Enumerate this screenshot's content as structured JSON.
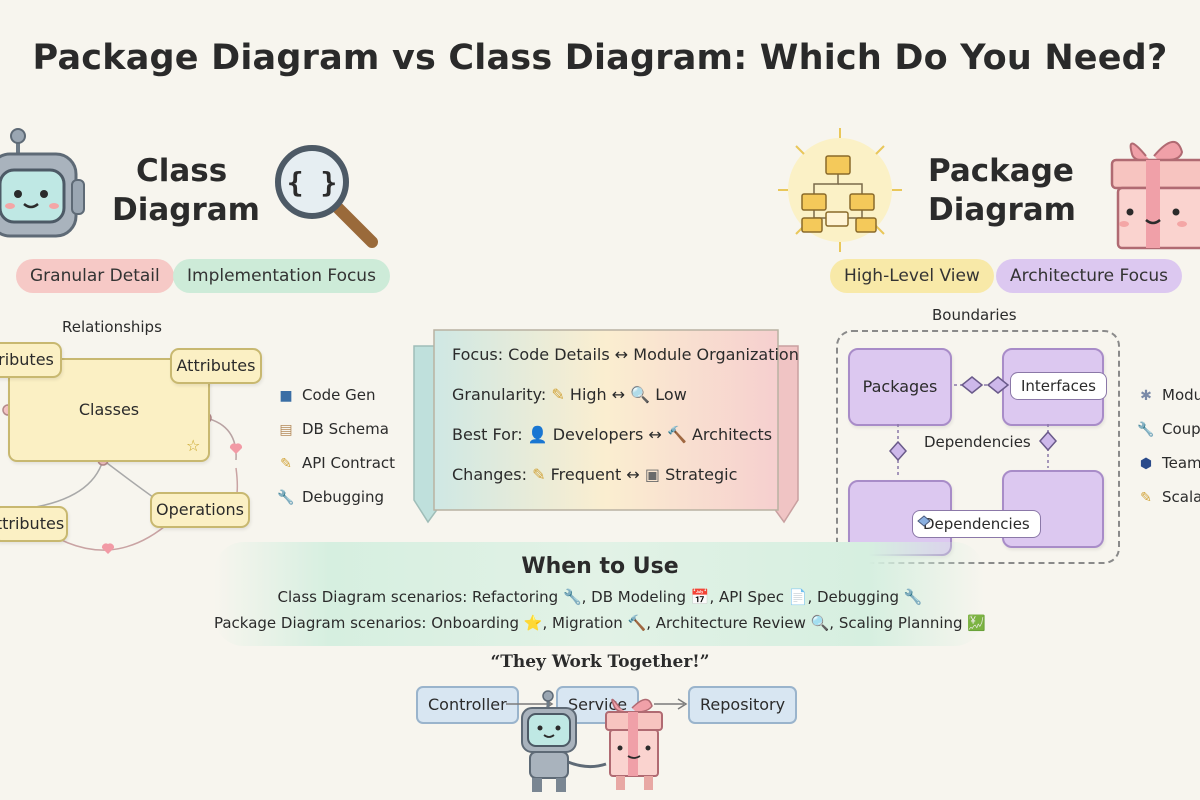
{
  "title": "Package Diagram vs Class Diagram: Which Do You Need?",
  "class_side": {
    "heading_line1": "Class",
    "heading_line2": "Diagram",
    "brace_icon": "{ }",
    "tags": [
      "Granular Detail",
      "Implementation Focus"
    ],
    "relationships_label": "Relationships",
    "classes_label": "Classes",
    "attr_top_left": "ributes",
    "attr_top_right": "Attributes",
    "attr_bottom_left": "ttributes",
    "operations": "Operations",
    "uses": [
      {
        "icon": "code-gen-icon",
        "label": "Code Gen"
      },
      {
        "icon": "db-schema-icon",
        "label": "DB Schema"
      },
      {
        "icon": "api-contract-icon",
        "label": "API Contract"
      },
      {
        "icon": "debugging-icon",
        "label": "Debugging"
      }
    ]
  },
  "package_side": {
    "heading_line1": "Package",
    "heading_line2": "Diagram",
    "tags": [
      "High-Level View",
      "Architecture Focus"
    ],
    "boundaries_label": "Boundaries",
    "packages_label": "Packages",
    "interfaces_label": "Interfaces",
    "dependencies_mid": "Dependencies",
    "dependencies_box": "Dependencies",
    "uses": [
      {
        "icon": "modularity-icon",
        "label": "Modu"
      },
      {
        "icon": "coupling-icon",
        "label": "Coupl"
      },
      {
        "icon": "team-icon",
        "label": "Team"
      },
      {
        "icon": "scalability-icon",
        "label": "Scala"
      }
    ]
  },
  "comparison": {
    "rows": [
      {
        "prefix": "Focus: Code Details",
        "arrow": "↔",
        "suffix": "Module Organization"
      },
      {
        "prefix": "Granularity:",
        "left": "High",
        "arrow": "↔",
        "right": "Low"
      },
      {
        "prefix": "Best For:",
        "left": "Developers",
        "arrow": "↔",
        "right": "Architects"
      },
      {
        "prefix": "Changes:",
        "left": "Frequent",
        "arrow": "↔",
        "right": "Strategic"
      }
    ]
  },
  "when_to_use": {
    "heading": "When to Use",
    "class_line": "Class Diagram scenarios: Refactoring 🔧, DB Modeling 📅, API Spec 📄, Debugging 🔧",
    "package_line": "Package Diagram scenarios: Onboarding ⭐, Migration 🔨, Architecture Review 🔍, Scaling Planning 💹"
  },
  "together": {
    "quote": "“They Work Together!”",
    "flow": [
      "Controller",
      "Service",
      "Repository"
    ]
  },
  "colors": {
    "background": "#f7f5ee",
    "pink_tag": "#f6c9c6",
    "green_tag": "#cdebd8",
    "yellow_tag": "#f8e9a8",
    "purple_tag": "#dcc8f0",
    "class_box": "#fbf0c4",
    "package_box": "#dcc8f0"
  }
}
